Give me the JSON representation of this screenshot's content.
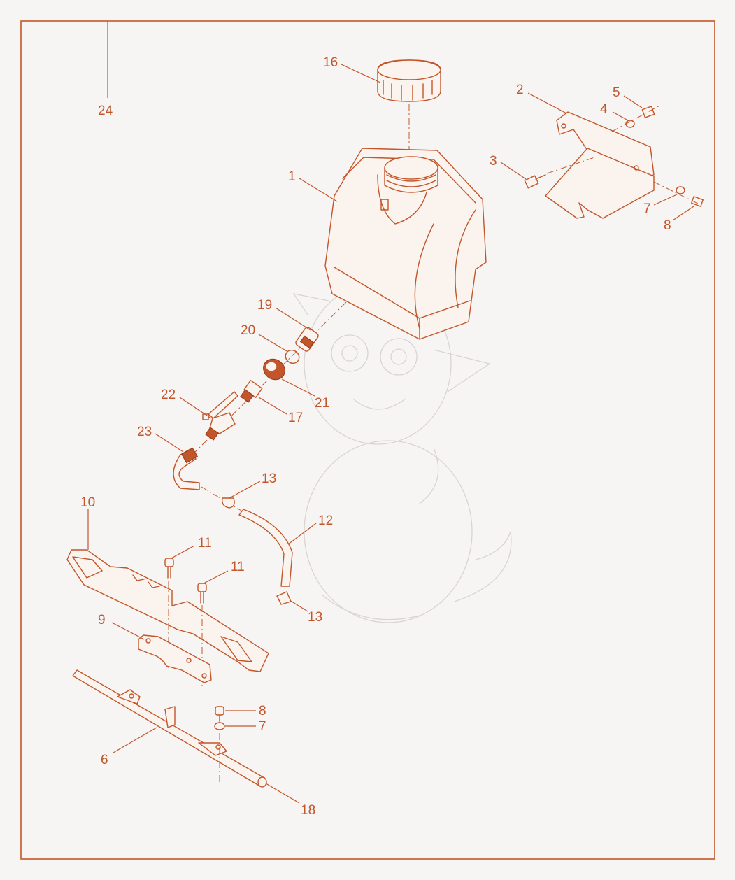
{
  "diagram": {
    "callouts": {
      "c1": "1",
      "c2": "2",
      "c3": "3",
      "c4": "4",
      "c5": "5",
      "c6": "6",
      "c7a": "7",
      "c7b": "7",
      "c8a": "8",
      "c8b": "8",
      "c9": "9",
      "c10": "10",
      "c11a": "11",
      "c11b": "11",
      "c12": "12",
      "c13a": "13",
      "c13b": "13",
      "c16": "16",
      "c17": "17",
      "c18": "18",
      "c19": "19",
      "c20": "20",
      "c21": "21",
      "c22": "22",
      "c23": "23",
      "c24": "24"
    },
    "colors": {
      "line": "#c2562a",
      "background": "#f7f5f4",
      "watermark": "#d9d4d0"
    }
  }
}
